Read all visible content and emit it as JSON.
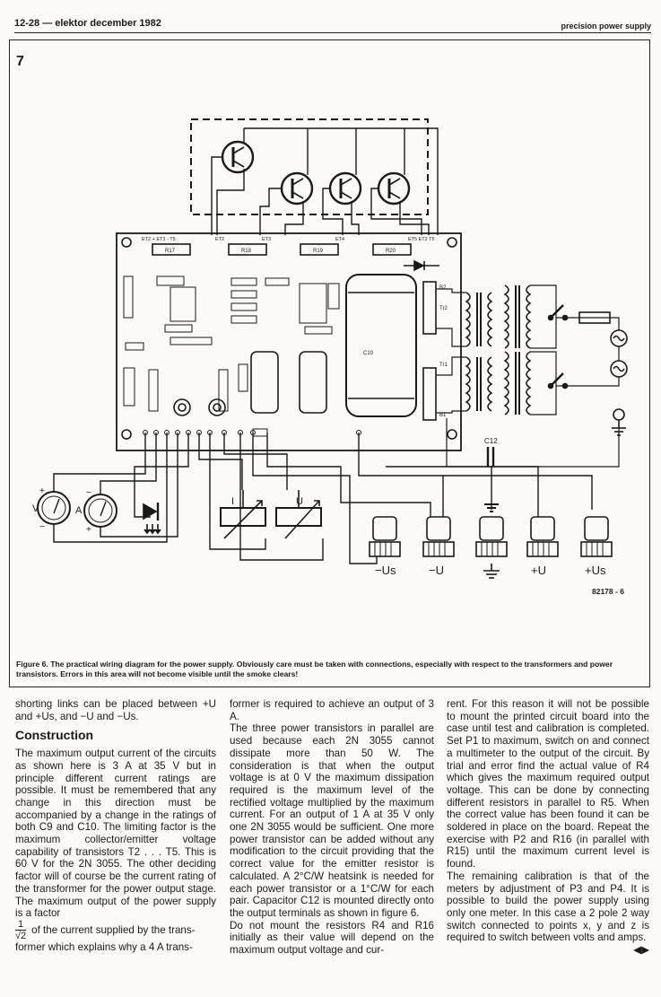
{
  "header": {
    "left": "12-28 — elektor december 1982",
    "right": "precision power supply"
  },
  "figure": {
    "number": "7",
    "code": "82178 - 6",
    "labels": {
      "T2T3T5": "ET2 + ET3 - T5",
      "ET2": "ET2",
      "ET3": "ET3",
      "ET4": "ET4",
      "ET5": "ET5 ET2 T5",
      "R17": "R17",
      "R18": "R18",
      "R19": "R19",
      "R20": "R20",
      "C10": "C10",
      "C12": "C12",
      "Tr1": "Tr1",
      "Tr2": "Tr2",
      "B1": "B1",
      "B2": "B2",
      "V": "V",
      "A": "A",
      "U": "U",
      "I": "I",
      "plus": "+",
      "minus": "−"
    },
    "terminals": [
      "−Us",
      "−U",
      "",
      "+U",
      "+Us"
    ]
  },
  "caption": "Figure 6. The practical wiring diagram for the power supply. Obviously care must be taken with connections, especially with respect to the transformers and power transistors. Errors in this area will not become visible until the smoke clears!",
  "columns": {
    "c1_p1": "shorting links can be placed between +U and +Us, and −U and −Us.",
    "c1_heading": "Construction",
    "c1_p2": "The maximum output current of the circuits as shown here is 3 A at 35 V but in principle different current ratings are possible. It must be remembered that any change in this direction must be accompanied by a change in the ratings of both C9 and C10. The limiting factor is the maximum collector/emitter voltage capability of transistors T2 . . . T5. This is 60 V for the 2N 3055. The other deciding factor will of course be the current rating of the transformer for the power output stage. The maximum output of the power supply is a factor",
    "c1_frac_num": "1",
    "c1_frac_den": "√2",
    "c1_p3a": "of the current supplied by the trans-",
    "c1_p3b": "former which explains why a 4 A trans-",
    "c2_p1": "former is required to achieve an output of 3 A.",
    "c2_p2": "The three power transistors in parallel are used because each 2N 3055 cannot dissipate more than 50 W. The consideration is that when the output voltage is at 0 V the maximum dissipation required is the maximum level of the rectified voltage multiplied by the maximum current. For an output of 1 A at 35 V only one 2N 3055 would be sufficient. One more power transistor can be added without any modification to the circuit providing that the correct value for the emitter resistor is calculated. A 2°C/W heatsink is needed for each power transistor or a 1°C/W for each pair. Capacitor C12 is mounted directly onto the output terminals as shown in figure 6.",
    "c2_p3": "Do not mount the resistors R4 and R16 initially as their value will depend on the maximum output voltage and cur-",
    "c3_p1": "rent. For this reason it will not be possible to mount the printed circuit board into the case until test and calibration is completed. Set P1 to maximum, switch on and connect a multimeter to the output of the circuit. By trial and error find the actual value of R4 which gives the maximum required output voltage. This can be done by connecting different resistors in parallel to R5. When the correct value has been found it can be soldered in place on the board. Repeat the exercise with P2 and R16 (in parallel with R15) until the maximum current level is found.",
    "c3_p2": "The remaining calibration is that of the meters by adjustment of P3 and P4. It is possible to build the power supply using only one meter. In this case a 2 pole 2 way switch connected to points x, y and z is required to switch between volts and amps.",
    "c3_end": "◀▶"
  }
}
